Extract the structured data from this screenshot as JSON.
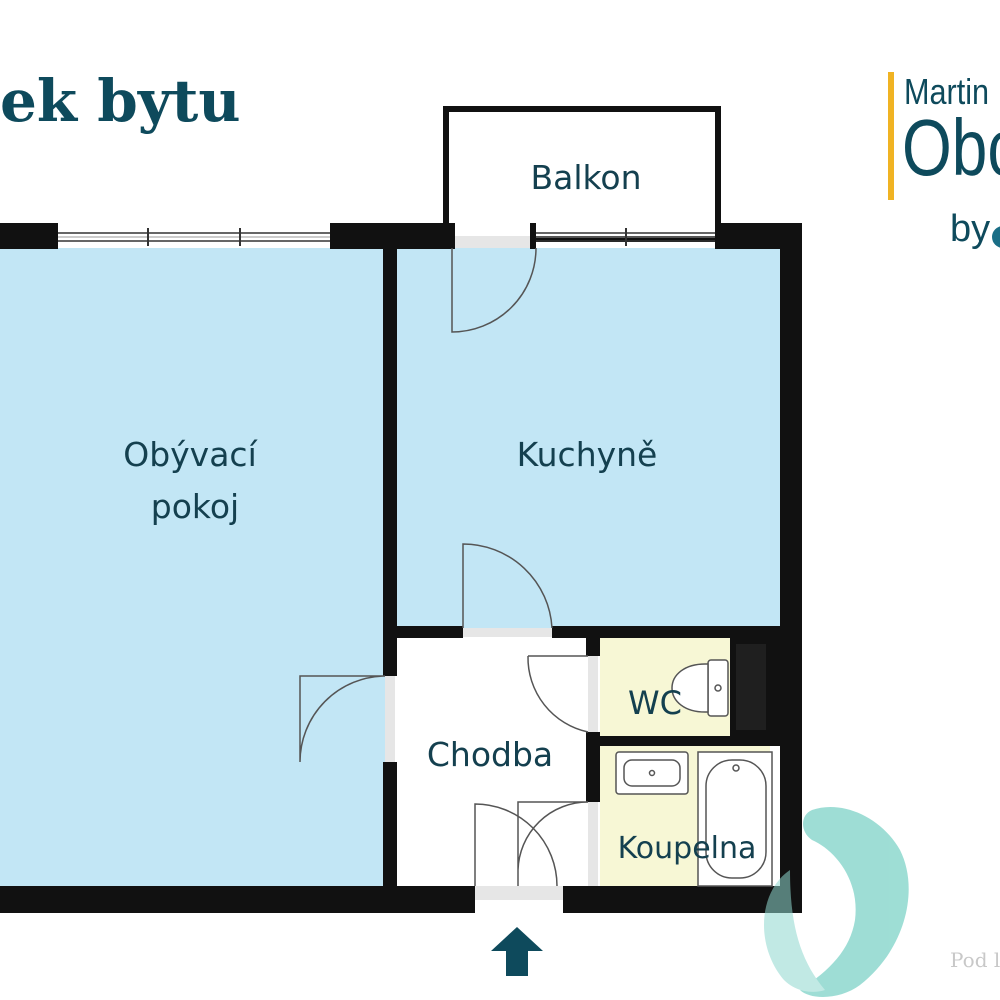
{
  "title": "ek bytu",
  "rooms": {
    "balcony": "Balkon",
    "living_line1": "Obývací",
    "living_line2": "pokoj",
    "kitchen": "Kuchyně",
    "wc": "WC",
    "hallway": "Chodba",
    "bathroom": "Koupelna"
  },
  "logo": {
    "line1": "Martin",
    "line2": "Obc",
    "line3": "by"
  },
  "watermark": "Pod l",
  "colors": {
    "title": "#0e4a5c",
    "room_blue": "#c2e6f5",
    "room_yellow": "#f7f7d5",
    "wall": "#111111",
    "accent": "#f0b323",
    "arrow": "#0e4a5c"
  }
}
